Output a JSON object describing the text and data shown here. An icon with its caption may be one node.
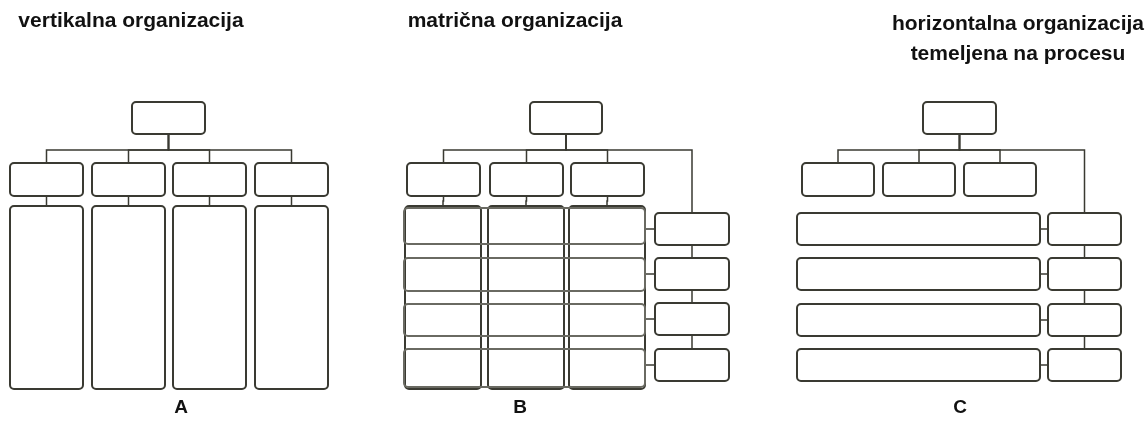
{
  "diagram": {
    "nodes": [
      {
        "text": [],
        "shape": "box"
      },
      {
        "text": [],
        "shape": "box"
      },
      {
        "text": [],
        "shape": "box"
      },
      {
        "text": [],
        "shape": "box"
      },
      {
        "text": [],
        "shape": "box"
      },
      {
        "text": [],
        "shape": "box"
      },
      {
        "text": [],
        "shape": "box"
      },
      {
        "text": [],
        "shape": "box"
      },
      {
        "text": [],
        "shape": "box"
      },
      {
        "text": [],
        "shape": "box"
      },
      {
        "text": [],
        "shape": "box"
      },
      {
        "text": [],
        "shape": "box"
      },
      {
        "text": [],
        "shape": "box"
      },
      {
        "text": [],
        "shape": "box"
      },
      {
        "text": [],
        "shape": "box"
      },
      {
        "text": [],
        "shape": "box"
      },
      {
        "text": [],
        "shape": "box"
      },
      {
        "text": [],
        "shape": "box"
      },
      {
        "text": [],
        "shape": "box"
      },
      {
        "text": [],
        "shape": "box"
      },
      {
        "text": [],
        "shape": "box"
      },
      {
        "text": [],
        "shape": "box"
      },
      {
        "text": [],
        "shape": "box"
      },
      {
        "text": [],
        "shape": "box"
      },
      {
        "text": [],
        "shape": "box"
      },
      {
        "text": [],
        "shape": "box"
      },
      {
        "text": [],
        "shape": "box"
      },
      {
        "text": [],
        "shape": "box"
      },
      {
        "text": [],
        "shape": "box"
      },
      {
        "text": [],
        "shape": "box"
      },
      {
        "text": [],
        "shape": "box"
      },
      {
        "text": [],
        "shape": "box"
      },
      {
        "text": [],
        "shape": "box"
      },
      {
        "text": [],
        "shape": "box"
      },
      {
        "text": [],
        "shape": "box"
      },
      {
        "text": [],
        "shape": "box"
      }
    ],
    "edges": [
      {
        "from": 0,
        "to": 1,
        "arrow": "none"
      },
      {
        "from": 0,
        "to": 2,
        "arrow": "none"
      },
      {
        "from": 0,
        "to": 3,
        "arrow": "none"
      },
      {
        "from": 0,
        "to": 4,
        "arrow": "none"
      },
      {
        "from": 1,
        "to": 5,
        "arrow": "none"
      },
      {
        "from": 2,
        "to": 6,
        "arrow": "none"
      },
      {
        "from": 3,
        "to": 7,
        "arrow": "none"
      },
      {
        "from": 4,
        "to": 8,
        "arrow": "none"
      },
      {
        "from": 9,
        "to": 10,
        "arrow": "none"
      },
      {
        "from": 9,
        "to": 11,
        "arrow": "none"
      },
      {
        "from": 9,
        "to": 12,
        "arrow": "none"
      },
      {
        "from": 9,
        "to": 20,
        "arrow": "none"
      },
      {
        "from": 10,
        "to": 13,
        "arrow": "none"
      },
      {
        "from": 11,
        "to": 14,
        "arrow": "none"
      },
      {
        "from": 12,
        "to": 15,
        "arrow": "none"
      },
      {
        "from": 20,
        "to": 21,
        "arrow": "none"
      },
      {
        "from": 21,
        "to": 22,
        "arrow": "none"
      },
      {
        "from": 22,
        "to": 23,
        "arrow": "none"
      },
      {
        "from": 20,
        "to": 16,
        "arrow": "none"
      },
      {
        "from": 21,
        "to": 17,
        "arrow": "none"
      },
      {
        "from": 22,
        "to": 18,
        "arrow": "none"
      },
      {
        "from": 23,
        "to": 19,
        "arrow": "none"
      },
      {
        "from": 24,
        "to": 25,
        "arrow": "none"
      },
      {
        "from": 24,
        "to": 26,
        "arrow": "none"
      },
      {
        "from": 24,
        "to": 27,
        "arrow": "none"
      },
      {
        "from": 24,
        "to": 32,
        "arrow": "none"
      },
      {
        "from": 32,
        "to": 33,
        "arrow": "none"
      },
      {
        "from": 33,
        "to": 34,
        "arrow": "none"
      },
      {
        "from": 34,
        "to": 35,
        "arrow": "none"
      },
      {
        "from": 32,
        "to": 28,
        "arrow": "none"
      },
      {
        "from": 33,
        "to": 29,
        "arrow": "none"
      },
      {
        "from": 34,
        "to": 30,
        "arrow": "none"
      },
      {
        "from": 35,
        "to": 31,
        "arrow": "none"
      }
    ],
    "labels": [
      "vertikalna organizacija",
      "matrična organizacija",
      "horizontalna organizacija temeljena na procesu",
      "A",
      "B",
      "C"
    ]
  }
}
